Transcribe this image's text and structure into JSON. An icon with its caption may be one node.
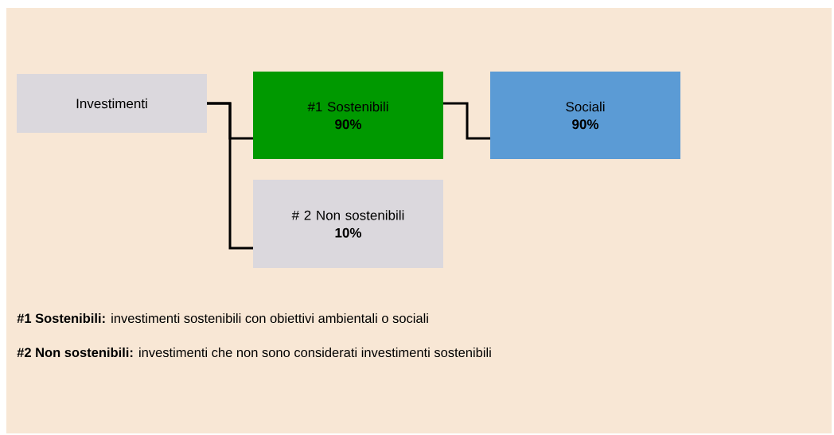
{
  "diagram": {
    "nodes": [
      {
        "text": [
          "Investimenti"
        ]
      },
      {
        "text": [
          "#1 Sostenibili",
          "90%"
        ]
      },
      {
        "text": [
          "Sociali",
          "90%"
        ]
      },
      {
        "text": [
          "# 2 Non sostenibili",
          "10%"
        ]
      }
    ],
    "edges": [
      {
        "from": 0,
        "to": 1,
        "arrow": "none"
      },
      {
        "from": 0,
        "to": 3,
        "arrow": "none"
      },
      {
        "from": 1,
        "to": 2,
        "arrow": "none"
      }
    ],
    "labels": [
      "**#1 Sostenibili:** investimenti sostenibili con obiettivi ambientali o sociali",
      "**#2 Non sostenibili:** investimenti che non sono considerati investimenti sostenibili"
    ]
  }
}
